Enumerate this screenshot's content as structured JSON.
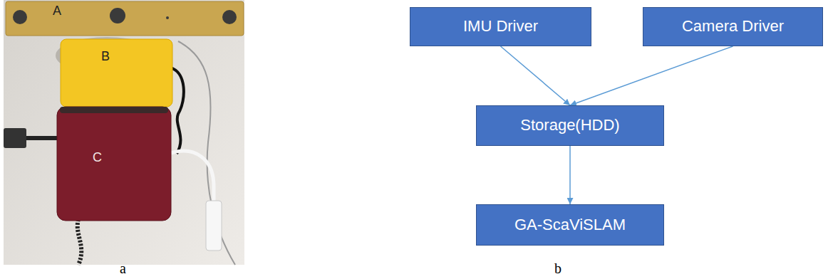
{
  "diagram": {
    "nodes": [
      {
        "text": [
          "IMU Driver"
        ]
      },
      {
        "text": [
          "Camera Driver"
        ]
      },
      {
        "text": [
          "Storage(HDD)"
        ]
      },
      {
        "text": [
          "GA-ScaViSLAM"
        ]
      }
    ],
    "edges": [
      {
        "from": 0,
        "to": 2,
        "arrow": "to"
      },
      {
        "from": 1,
        "to": 2,
        "arrow": "to"
      },
      {
        "from": 2,
        "to": 3,
        "arrow": "to"
      }
    ],
    "labels": [
      "A",
      "B",
      "C",
      "a",
      "b"
    ]
  }
}
